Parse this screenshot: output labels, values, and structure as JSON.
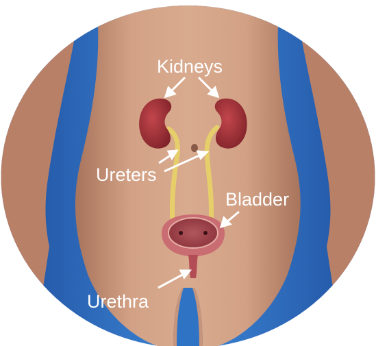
{
  "labels": {
    "kidneys": "Kidneys",
    "ureters": "Ureters",
    "bladder": "Bladder",
    "urethra": "Urethra"
  },
  "colors": {
    "background_blue": "#2f73c4",
    "skin": "#c9967b",
    "kidney": "#a8343b",
    "ureter": "#e6cf6a",
    "bladder_wall": "#c96d72",
    "bladder_inner": "#9a3e45",
    "label_text": "#ffffff"
  }
}
